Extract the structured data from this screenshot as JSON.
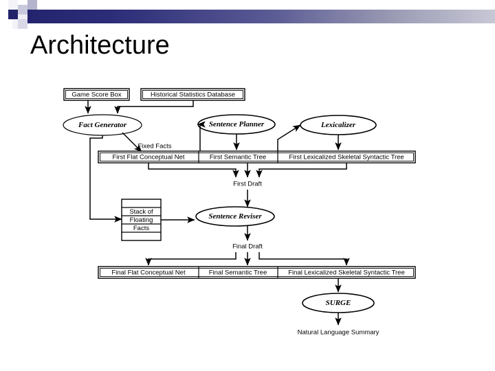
{
  "slide": {
    "title": "Architecture",
    "accent_color": "#22226b",
    "background_color": "#ffffff"
  },
  "diagram": {
    "type": "flowchart",
    "inputs": [
      {
        "id": "game-score-box",
        "label": "Game Score Box"
      },
      {
        "id": "historical-statistics-database",
        "label": "Historical Statistics Database"
      }
    ],
    "processes": [
      {
        "id": "fact-generator",
        "label": "Fact Generator"
      },
      {
        "id": "sentence-planner",
        "label": "Sentence Planner"
      },
      {
        "id": "lexicalizer",
        "label": "Lexicalizer"
      },
      {
        "id": "sentence-reviser",
        "label": "Sentence Reviser"
      },
      {
        "id": "surge",
        "label": "SURGE"
      }
    ],
    "edge_labels": [
      {
        "id": "fixed-facts",
        "label": "Fixed Facts"
      },
      {
        "id": "first-draft",
        "label": "First Draft"
      },
      {
        "id": "final-draft",
        "label": "Final Draft"
      }
    ],
    "first_row": {
      "id": "first-representations",
      "cells": [
        "First Flat Conceptual Net",
        "First Semantic Tree",
        "First Lexicalized Skeletal Syntactic Tree"
      ]
    },
    "final_row": {
      "id": "final-representations",
      "cells": [
        "Final Flat Conceptual Net",
        "Final Semantic Tree",
        "Final Lexicalized Skeletal Syntactic Tree"
      ]
    },
    "stack": {
      "id": "stack-of-floating-facts",
      "rows": [
        "",
        "Stack of",
        "Floating",
        "Facts",
        ""
      ]
    },
    "output": {
      "id": "natural-language-summary",
      "label": "Natural Language Summary"
    }
  }
}
